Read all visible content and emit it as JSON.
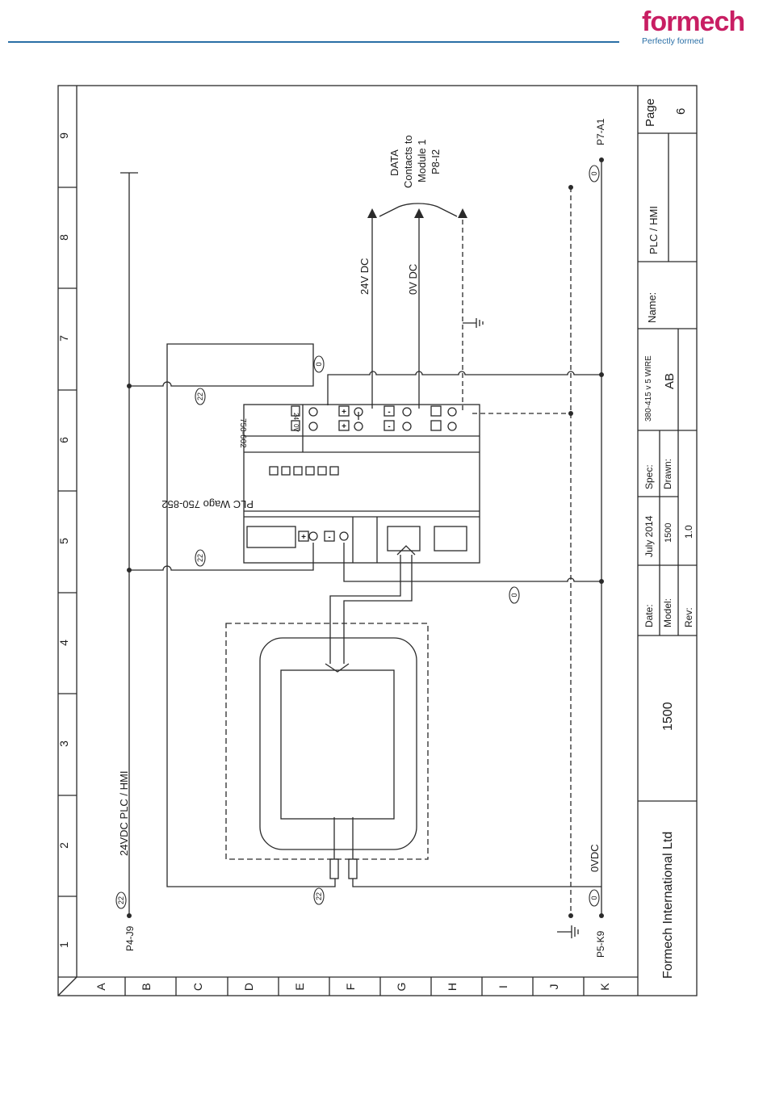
{
  "header": {
    "logo_text": "formech",
    "tagline": "Perfectly formed",
    "brand_color": "#c81e63",
    "rule_color": "#2a6fa6"
  },
  "grid": {
    "columns": [
      "1",
      "2",
      "3",
      "4",
      "5",
      "6",
      "7",
      "8",
      "9"
    ],
    "rows": [
      "A",
      "B",
      "C",
      "D",
      "E",
      "F",
      "G",
      "H",
      "I",
      "J",
      "K"
    ]
  },
  "title_block": {
    "company": "Formech International Ltd",
    "model_big": "1500",
    "date_label": "Date:",
    "date_value": "July 2014",
    "model_label": "Model:",
    "model_value": "1500",
    "rev_label": "Rev:",
    "rev_value": "1.0",
    "spec_label": "Spec:",
    "spec_value": "380-415 v 5 WIRE",
    "drawn_label": "Drawn:",
    "drawn_value": "AB",
    "name_label": "Name:",
    "name_value": "PLC / HMI",
    "page_label": "Page",
    "page_value": "6"
  },
  "schematic": {
    "rail_24v_label": "24VDC PLC / HMI",
    "rail_0v_label": "0VDC",
    "ref_p4": "P4-J9",
    "ref_p5": "P5-K9",
    "ref_p7": "P7-A1",
    "wire_22": "22",
    "wire_0": "0",
    "plc_title": "PLC Wago 750-852",
    "module_id": "750-602",
    "mod_24": "24",
    "mod_0v": "0V",
    "plus": "+",
    "minus": "-",
    "label_24vdc": "24V DC",
    "label_0vdc": "0V DC",
    "data_line1": "DATA",
    "data_line2": "Contacts to",
    "data_line3": "Module 1",
    "data_line4": "P8-I2"
  }
}
